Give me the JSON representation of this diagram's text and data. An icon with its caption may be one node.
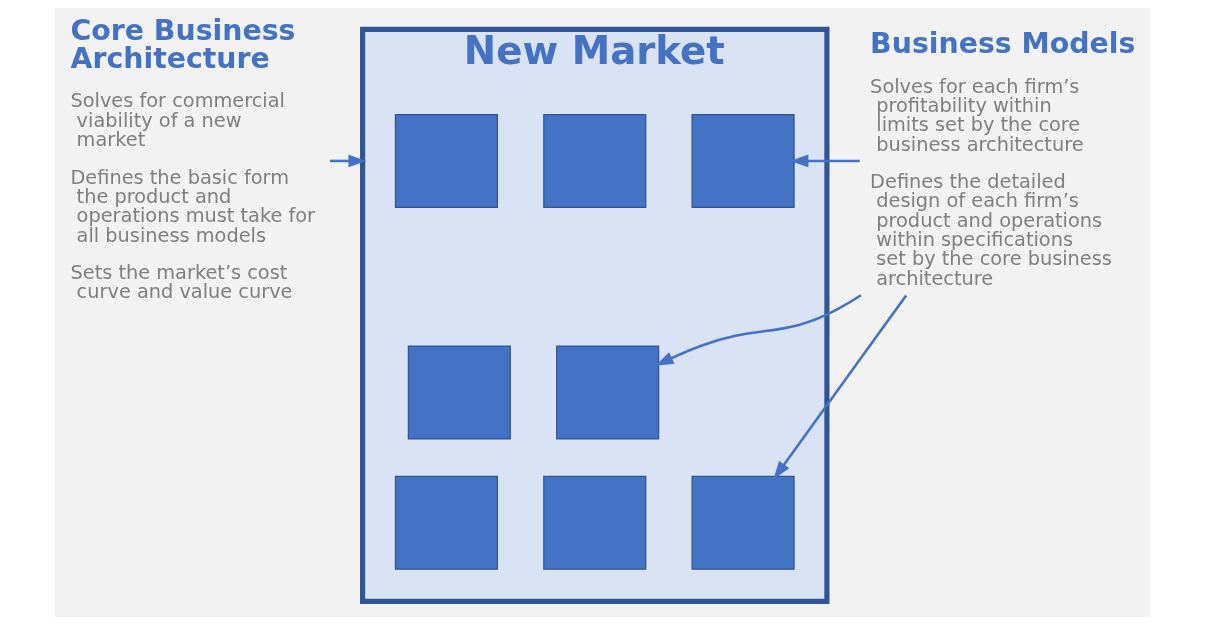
{
  "diagram": {
    "nodes": [
      {
        "text": [
          "Core Business Architecture",
          "Solves for commercial viability of a new market",
          "Defines the basic form the product and operations must take for all business models",
          "Sets the market’s cost curve and value curve"
        ]
      },
      {
        "text": [
          "New Market"
        ]
      },
      {
        "text": [],
        "shape": "box",
        "in": 1
      },
      {
        "text": [],
        "shape": "box",
        "in": 1
      },
      {
        "text": [],
        "shape": "box",
        "in": 1
      },
      {
        "text": [],
        "shape": "box",
        "in": 1
      },
      {
        "text": [],
        "shape": "box",
        "in": 1
      },
      {
        "text": [],
        "shape": "box",
        "in": 1
      },
      {
        "text": [],
        "shape": "box",
        "in": 1
      },
      {
        "text": [],
        "shape": "box",
        "in": 1
      },
      {
        "text": [
          "Business Models",
          "Solves for each firm’s profitability within limits set by the core business architecture",
          "Defines the detailed design of each firm’s product and operations within specifications set by the core business architecture"
        ]
      }
    ],
    "edges": [
      {
        "from": 0,
        "to": 1,
        "arrow": "to"
      },
      {
        "from": 10,
        "to": 4,
        "arrow": "to"
      },
      {
        "from": 10,
        "to": 6,
        "arrow": "to"
      },
      {
        "from": 10,
        "to": 9,
        "arrow": "to"
      }
    ]
  }
}
